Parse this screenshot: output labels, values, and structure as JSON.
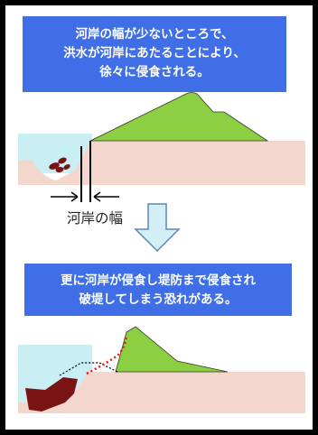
{
  "caption_top": {
    "lines": [
      "河岸の幅が少ないところで、",
      "洪水が河岸にあたることにより、",
      "徐々に侵食される。"
    ]
  },
  "caption_bottom": {
    "lines": [
      "更に河岸が侵食し堤防まで侵食され",
      "破堤してしまう恐れがある。"
    ]
  },
  "width_label": "河岸の幅",
  "colors": {
    "caption_bg": "#3f6ee6",
    "water": "#c9eef4",
    "ground": "#f3d7cc",
    "levee": "#8dcf43",
    "erosion": "#7a1412",
    "failure_line": "#e01919",
    "arrow_fill": "#d4eef6",
    "arrow_stroke": "#5d86b9",
    "frame": "#000000"
  },
  "icons": [
    "down-arrow-icon",
    "left-arrow-icon",
    "right-arrow-icon"
  ]
}
